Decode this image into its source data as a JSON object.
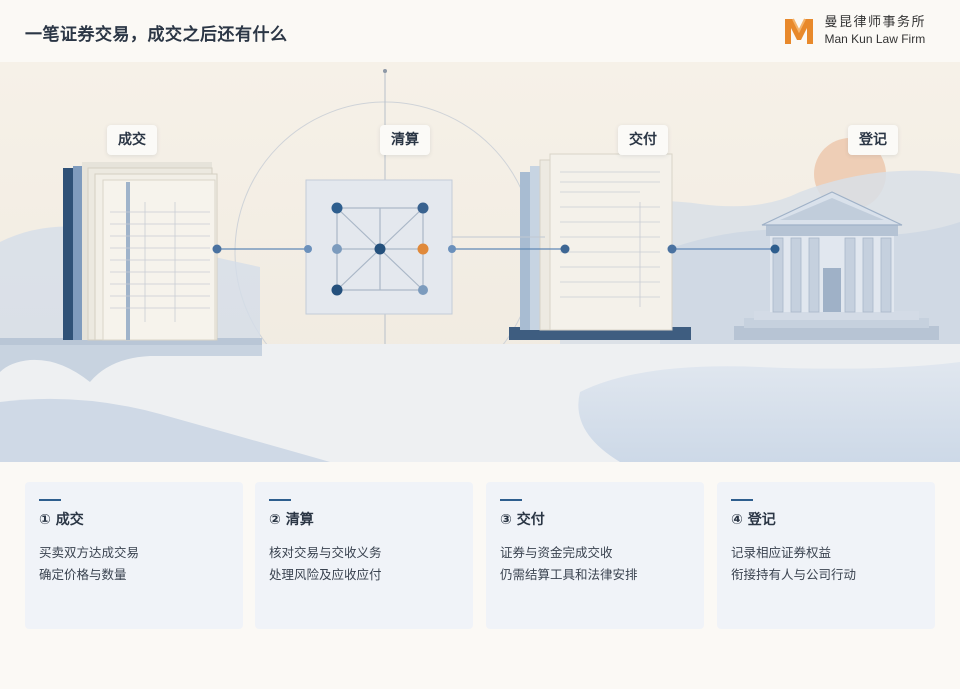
{
  "header": {
    "title": "一笔证券交易，成交之后还有什么",
    "brand_cn": "曼昆律师事务所",
    "brand_en": "Man Kun Law Firm"
  },
  "stages": [
    {
      "label": "成交"
    },
    {
      "label": "清算"
    },
    {
      "label": "交付"
    },
    {
      "label": "登记"
    }
  ],
  "cards": [
    {
      "title": "① 成交",
      "lines": [
        "买卖双方达成交易",
        "确定价格与数量"
      ]
    },
    {
      "title": "② 清算",
      "lines": [
        "核对交易与交收义务",
        "处理风险及应收应付"
      ]
    },
    {
      "title": "③ 交付",
      "lines": [
        "证券与资金完成交收",
        "仍需结算工具和法律安排"
      ]
    },
    {
      "title": "④ 登记",
      "lines": [
        "记录相应证券权益",
        "衔接持有人与公司行动"
      ]
    }
  ],
  "colors": {
    "accent": "#2e5e8e",
    "brand": "#e8892b",
    "highlight_node": "#e0893a"
  }
}
